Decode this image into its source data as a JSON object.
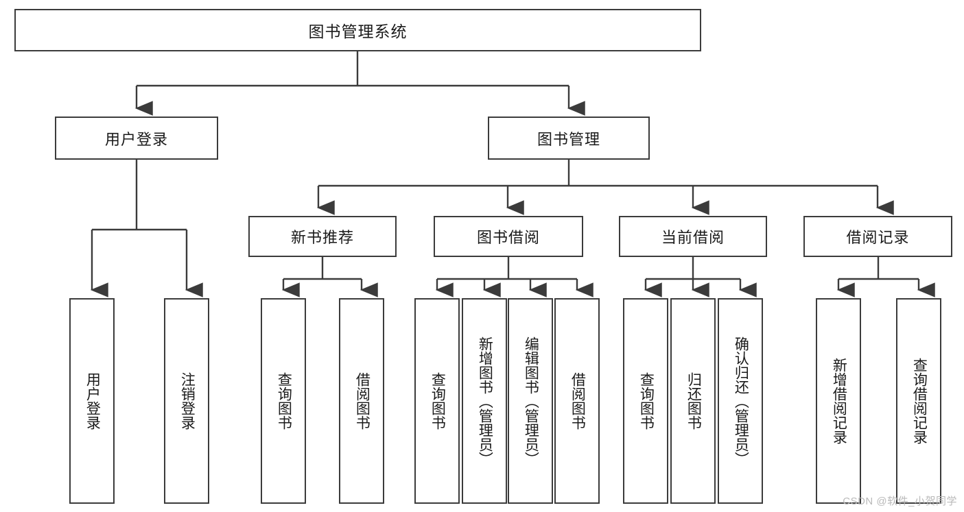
{
  "diagram": {
    "type": "tree-hierarchy-chart",
    "title": "图书管理系统",
    "root": {
      "id": "root",
      "label": "图书管理系统"
    },
    "level2": [
      {
        "id": "user-login",
        "label": "用户登录"
      },
      {
        "id": "book-manage",
        "label": "图书管理"
      }
    ],
    "level3": [
      {
        "id": "new-book-recommend",
        "label": "新书推荐",
        "parent": "book-manage"
      },
      {
        "id": "book-borrow",
        "label": "图书借阅",
        "parent": "book-manage"
      },
      {
        "id": "current-borrow",
        "label": "当前借阅",
        "parent": "book-manage"
      },
      {
        "id": "borrow-record",
        "label": "借阅记录",
        "parent": "book-manage"
      }
    ],
    "leaves": [
      {
        "id": "leaf-user-login",
        "label": "用户登录",
        "parent": "user-login"
      },
      {
        "id": "leaf-logout",
        "label": "注销登录",
        "parent": "user-login"
      },
      {
        "id": "leaf-query-book-1",
        "label": "查询图书",
        "parent": "new-book-recommend"
      },
      {
        "id": "leaf-borrow-book-1",
        "label": "借阅图书",
        "parent": "new-book-recommend"
      },
      {
        "id": "leaf-query-book-2",
        "label": "查询图书",
        "parent": "book-borrow"
      },
      {
        "id": "leaf-add-book",
        "label": "新增图书（管理员）",
        "parent": "book-borrow"
      },
      {
        "id": "leaf-edit-book",
        "label": "编辑图书（管理员）",
        "parent": "book-borrow"
      },
      {
        "id": "leaf-borrow-book-2",
        "label": "借阅图书",
        "parent": "book-borrow"
      },
      {
        "id": "leaf-query-book-3",
        "label": "查询图书",
        "parent": "current-borrow"
      },
      {
        "id": "leaf-return-book",
        "label": "归还图书",
        "parent": "current-borrow"
      },
      {
        "id": "leaf-confirm-return",
        "label": "确认归还（管理员）",
        "parent": "current-borrow"
      },
      {
        "id": "leaf-add-record",
        "label": "新增借阅记录",
        "parent": "borrow-record"
      },
      {
        "id": "leaf-query-record",
        "label": "查询借阅记录",
        "parent": "borrow-record"
      }
    ],
    "colors": {
      "stroke": "#3b3b3b",
      "fill": "#ffffff",
      "text": "#1a1a1a",
      "watermark": "#b9b9b9"
    }
  },
  "watermark": {
    "text": "CSDN @软件_小贺同学"
  }
}
